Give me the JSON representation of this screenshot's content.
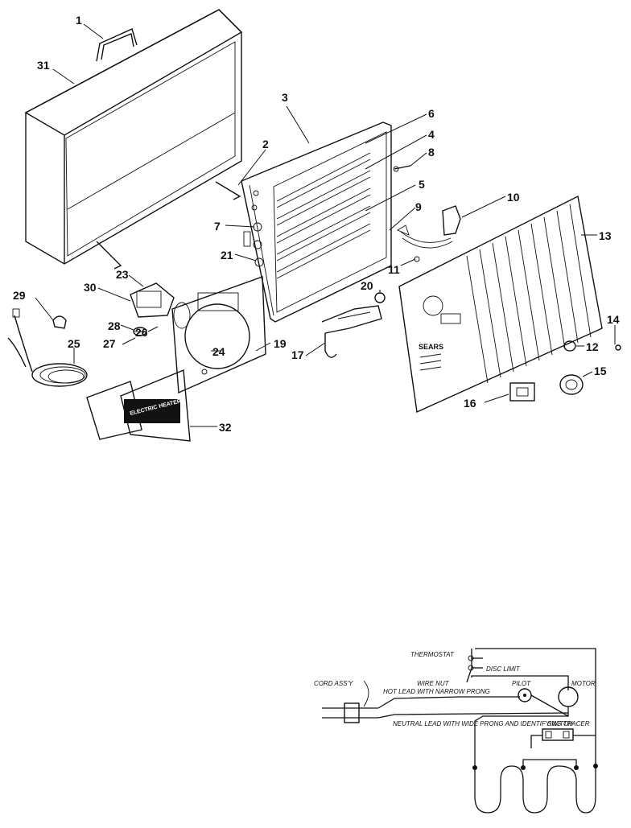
{
  "callouts": {
    "c1": "1",
    "c2": "2",
    "c3": "3",
    "c4": "4",
    "c5": "5",
    "c6": "6",
    "c7": "7",
    "c8": "8",
    "c9": "9",
    "c10": "10",
    "c11": "11",
    "c12": "12",
    "c13": "13",
    "c14": "14",
    "c15": "15",
    "c16": "16",
    "c17": "17",
    "c19": "19",
    "c20": "20",
    "c21": "21",
    "c23": "23",
    "c24": "24",
    "c25": "25",
    "c26": "26",
    "c27": "27",
    "c28": "28",
    "c29": "29",
    "c30": "30",
    "c31": "31",
    "c32": "32"
  },
  "grille_brand": "SEARS",
  "manual_text": "ELECTRIC HEATER",
  "wiring": {
    "thermostat": "THERMOSTAT",
    "disc_limit": "DISC LIMIT",
    "wire_nut": "WIRE NUT",
    "hot_lead": "HOT LEAD WITH NARROW PRONG",
    "neutral_lead": "NEUTRAL LEAD WITH WIDE PRONG AND IDENTIFYING TRACER",
    "cord_assy": "CORD ASS'Y",
    "pilot": "PILOT",
    "motor": "MOTOR",
    "switch": "SWITCH"
  }
}
